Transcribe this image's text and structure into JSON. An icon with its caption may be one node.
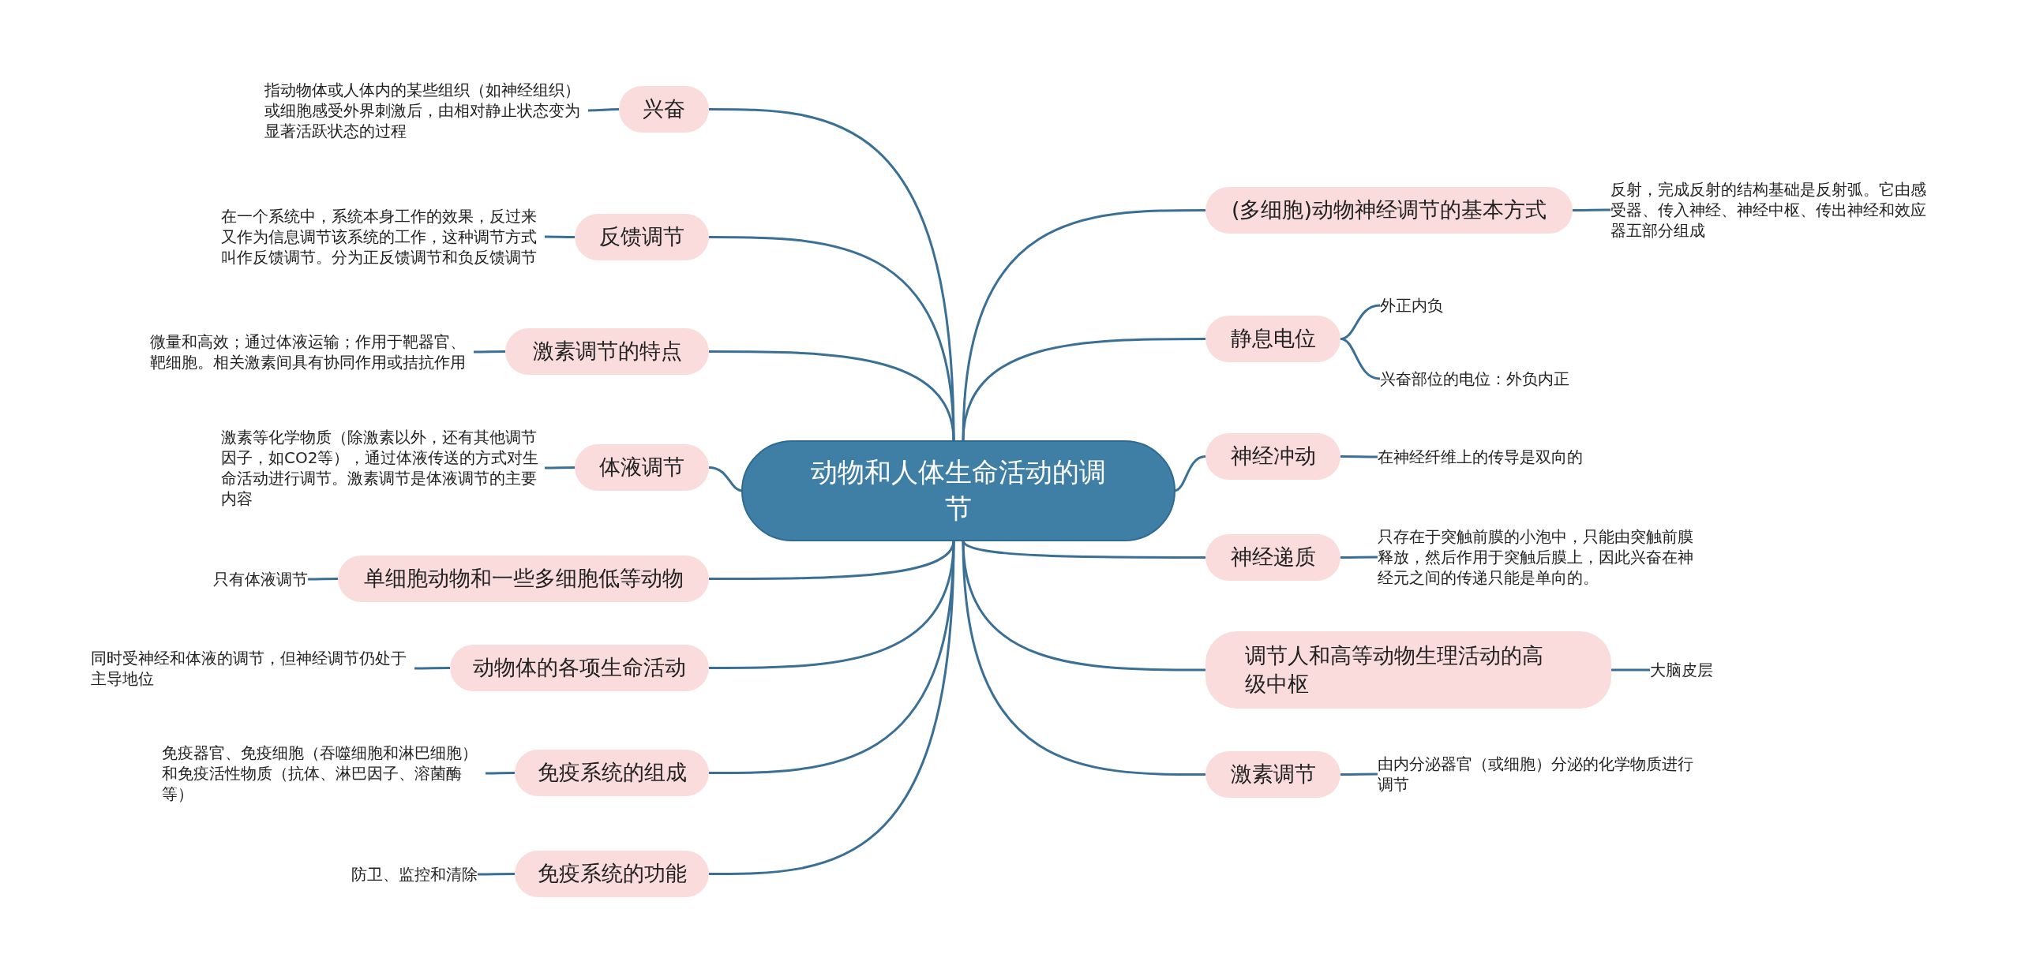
{
  "diagram": {
    "nodes": [
      {
        "text": [
          "动物和人体生命活动的调节"
        ]
      },
      {
        "text": [
          "兴奋"
        ]
      },
      {
        "text": [
          "反馈调节"
        ]
      },
      {
        "text": [
          "激素调节的特点"
        ]
      },
      {
        "text": [
          "体液调节"
        ]
      },
      {
        "text": [
          "单细胞动物和一些多细胞低等动物"
        ]
      },
      {
        "text": [
          "动物体的各项生命活动"
        ]
      },
      {
        "text": [
          "免疫系统的组成"
        ]
      },
      {
        "text": [
          "免疫系统的功能"
        ]
      },
      {
        "text": [
          "(多细胞)动物神经调节的基本方式"
        ]
      },
      {
        "text": [
          "静息电位"
        ]
      },
      {
        "text": [
          "神经冲动"
        ]
      },
      {
        "text": [
          "神经递质"
        ]
      },
      {
        "text": [
          "调节人和高等动物生理活动的高级中枢"
        ]
      },
      {
        "text": [
          "激素调节"
        ]
      },
      {
        "text": [
          "指动物体或人体内的某些组织（如神经组织）或细胞感受外界刺激后，由相对静止状态变为显著活跃状态的过程"
        ]
      },
      {
        "text": [
          "在一个系统中，系统本身工作的效果，反过来又作为信息调节该系统的工作，这种调节方式叫作反馈调节。分为正反馈调节和负反馈调节"
        ]
      },
      {
        "text": [
          "微量和高效；通过体液运输；作用于靶器官、靶细胞。相关激素间具有协同作用或拮抗作用"
        ]
      },
      {
        "text": [
          "激素等化学物质（除激素以外，还有其他调节因子，如CO2等），通过体液传送的方式对生命活动进行调节。激素调节是体液调节的主要内容"
        ]
      },
      {
        "text": [
          "只有体液调节"
        ]
      },
      {
        "text": [
          "同时受神经和体液的调节，但神经调节仍处于主导地位"
        ]
      },
      {
        "text": [
          "免疫器官、免疫细胞（吞噬细胞和淋巴细胞）和免疫活性物质（抗体、淋巴因子、溶菌酶等）"
        ]
      },
      {
        "text": [
          "防卫、监控和清除"
        ]
      },
      {
        "text": [
          "反射，完成反射的结构基础是反射弧。它由感受器、传入神经、神经中枢、传出神经和效应器五部分组成"
        ]
      },
      {
        "text": [
          "外正内负"
        ]
      },
      {
        "text": [
          "兴奋部位的电位：外负内正"
        ]
      },
      {
        "text": [
          "在神经纤维上的传导是双向的"
        ]
      },
      {
        "text": [
          "只存在于突触前膜的小泡中，只能由突触前膜释放，然后作用于突触后膜上，因此兴奋在神经元之间的传递只能是单向的。"
        ]
      },
      {
        "text": [
          "大脑皮层"
        ]
      },
      {
        "text": [
          "由内分泌器官（或细胞）分泌的化学物质进行调节"
        ]
      }
    ],
    "edges": [
      {
        "from": 0,
        "to": 1,
        "arrow": "none"
      },
      {
        "from": 0,
        "to": 2,
        "arrow": "none"
      },
      {
        "from": 0,
        "to": 3,
        "arrow": "none"
      },
      {
        "from": 0,
        "to": 4,
        "arrow": "none"
      },
      {
        "from": 0,
        "to": 5,
        "arrow": "none"
      },
      {
        "from": 0,
        "to": 6,
        "arrow": "none"
      },
      {
        "from": 0,
        "to": 7,
        "arrow": "none"
      },
      {
        "from": 0,
        "to": 8,
        "arrow": "none"
      },
      {
        "from": 0,
        "to": 9,
        "arrow": "none"
      },
      {
        "from": 0,
        "to": 10,
        "arrow": "none"
      },
      {
        "from": 0,
        "to": 11,
        "arrow": "none"
      },
      {
        "from": 0,
        "to": 12,
        "arrow": "none"
      },
      {
        "from": 0,
        "to": 13,
        "arrow": "none"
      },
      {
        "from": 0,
        "to": 14,
        "arrow": "none"
      },
      {
        "from": 1,
        "to": 15,
        "arrow": "none"
      },
      {
        "from": 2,
        "to": 16,
        "arrow": "none"
      },
      {
        "from": 3,
        "to": 17,
        "arrow": "none"
      },
      {
        "from": 4,
        "to": 18,
        "arrow": "none"
      },
      {
        "from": 5,
        "to": 19,
        "arrow": "none"
      },
      {
        "from": 6,
        "to": 20,
        "arrow": "none"
      },
      {
        "from": 7,
        "to": 21,
        "arrow": "none"
      },
      {
        "from": 8,
        "to": 22,
        "arrow": "none"
      },
      {
        "from": 9,
        "to": 23,
        "arrow": "none"
      },
      {
        "from": 10,
        "to": 24,
        "arrow": "none"
      },
      {
        "from": 10,
        "to": 25,
        "arrow": "none"
      },
      {
        "from": 11,
        "to": 26,
        "arrow": "none"
      },
      {
        "from": 12,
        "to": 27,
        "arrow": "none"
      },
      {
        "from": 13,
        "to": 28,
        "arrow": "none"
      },
      {
        "from": 14,
        "to": 29,
        "arrow": "none"
      }
    ]
  }
}
